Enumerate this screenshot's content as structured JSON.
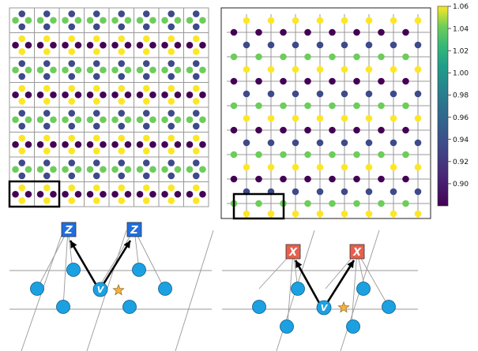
{
  "colorbar": {
    "ticks": [
      "1.06",
      "1.04",
      "1.02",
      "1.00",
      "0.98",
      "0.96",
      "0.94",
      "0.92",
      "0.90"
    ],
    "min": 0.88,
    "max": 1.06
  },
  "palette": {
    "purple": "#440154",
    "indigo": "#3e4a89",
    "green": "#6ccd5a",
    "yellow": "#fde725",
    "grid": "#999999",
    "highlight_box": "#000000"
  },
  "operators": {
    "left_pair_label": "Z",
    "left_pair_color": "#1f6fe0",
    "right_pair_label": "X",
    "right_pair_color": "#e8604c",
    "vertex_label": "V",
    "node_color": "#1ba1e2",
    "star_color": "#f5b041"
  }
}
